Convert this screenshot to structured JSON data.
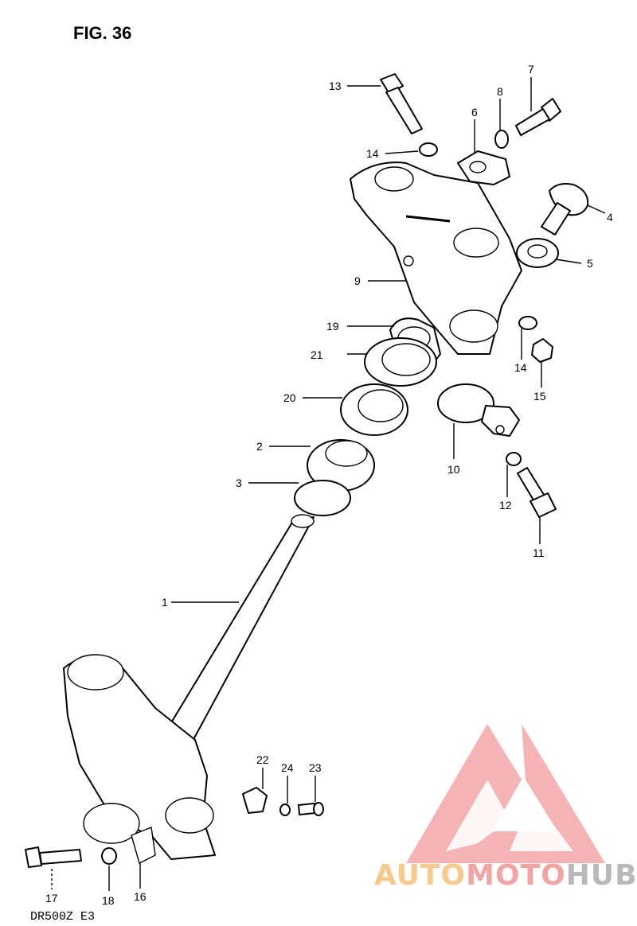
{
  "figure": {
    "title": "FIG. 36",
    "model_code": "DR500Z  E3"
  },
  "callouts": [
    {
      "id": "c13",
      "num": "13"
    },
    {
      "id": "c7",
      "num": "7"
    },
    {
      "id": "c8",
      "num": "8"
    },
    {
      "id": "c6",
      "num": "6"
    },
    {
      "id": "c14a",
      "num": "14"
    },
    {
      "id": "c4",
      "num": "4"
    },
    {
      "id": "c5",
      "num": "5"
    },
    {
      "id": "c9",
      "num": "9"
    },
    {
      "id": "c19",
      "num": "19"
    },
    {
      "id": "c21",
      "num": "21"
    },
    {
      "id": "c14b",
      "num": "14"
    },
    {
      "id": "c15",
      "num": "15"
    },
    {
      "id": "c20",
      "num": "20"
    },
    {
      "id": "c2",
      "num": "2"
    },
    {
      "id": "c10",
      "num": "10"
    },
    {
      "id": "c3",
      "num": "3"
    },
    {
      "id": "c12",
      "num": "12"
    },
    {
      "id": "c11",
      "num": "11"
    },
    {
      "id": "c1",
      "num": "1"
    },
    {
      "id": "c22",
      "num": "22"
    },
    {
      "id": "c24",
      "num": "24"
    },
    {
      "id": "c23",
      "num": "23"
    },
    {
      "id": "c17",
      "num": "17"
    },
    {
      "id": "c18",
      "num": "18"
    },
    {
      "id": "c16",
      "num": "16"
    }
  ],
  "watermark": {
    "part_a": "AUTO",
    "part_b": "MOTO",
    "part_c": "HUB",
    "colors": {
      "auto": "#f7c98a",
      "moto": "#f4a3a3",
      "hub": "#b9b9b9",
      "logo": "#f08080"
    }
  }
}
